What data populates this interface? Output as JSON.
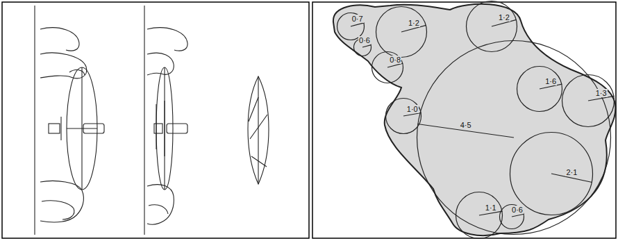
{
  "diagram": {
    "nodes": [
      {
        "text": [
          "0·7"
        ]
      },
      {
        "text": [
          "1·2"
        ]
      },
      {
        "text": [
          "1·2"
        ]
      },
      {
        "text": [
          "0·6"
        ]
      },
      {
        "text": [
          "0·8"
        ]
      },
      {
        "text": [
          "4·5"
        ]
      },
      {
        "text": [
          "1·6"
        ],
        "in": 5
      },
      {
        "text": [
          "1·3"
        ]
      },
      {
        "text": [
          "1·0"
        ]
      },
      {
        "text": [
          "2·1"
        ],
        "in": 5
      },
      {
        "text": [
          "1·1"
        ]
      },
      {
        "text": [
          "0·6"
        ]
      }
    ]
  }
}
